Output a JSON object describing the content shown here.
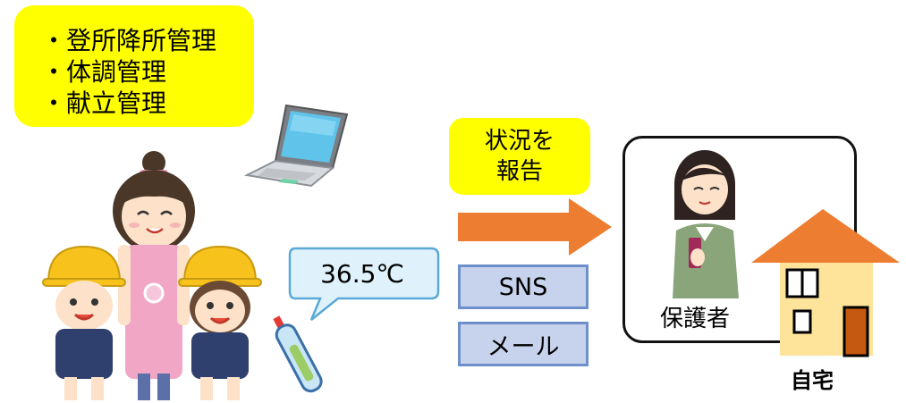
{
  "tasks": {
    "items": [
      "・登所降所管理",
      "・体調管理",
      "・献立管理"
    ]
  },
  "report": {
    "lines": [
      "状況を",
      "報告"
    ]
  },
  "channels": [
    "SNS",
    "メール"
  ],
  "temperature": "36.5℃",
  "guardian": {
    "label": "保護者"
  },
  "home": {
    "label": "自宅"
  },
  "colors": {
    "note_yellow": "#ffff00",
    "arrow_orange": "#ed7d31",
    "channel_fill": "#c7d3ec",
    "channel_border": "#6d8fca",
    "bubble_fill": "#dff2fb",
    "bubble_border": "#5aa9d6",
    "roof": "#ed7d31",
    "wall": "#fde49a"
  }
}
